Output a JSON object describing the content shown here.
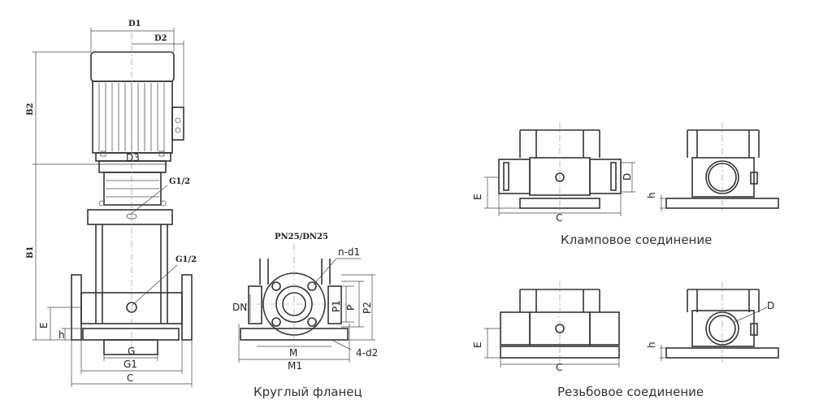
{
  "front_view": {
    "d1": "D1",
    "d2": "D2",
    "d3": "D3",
    "b2": "B2",
    "b1": "B1",
    "g12_top": "G1/2",
    "g12_mid": "G1/2",
    "e": "E",
    "h": "h",
    "g": "G",
    "g1": "G1",
    "c": "C"
  },
  "flange": {
    "title": "PN25/DN25",
    "nd1": "n-d1",
    "dn": "DN",
    "p1": "P1",
    "p": "P",
    "p2": "P2",
    "m": "M",
    "m1": "M1",
    "fourd2": "4-d2",
    "caption": "Круглый фланец"
  },
  "clamp": {
    "e": "E",
    "c": "C",
    "d": "D",
    "h": "h",
    "caption": "Клампoвое соединение"
  },
  "thread": {
    "e": "E",
    "c": "C",
    "d": "D",
    "h": "h",
    "caption": "Резьбовое соединение"
  }
}
